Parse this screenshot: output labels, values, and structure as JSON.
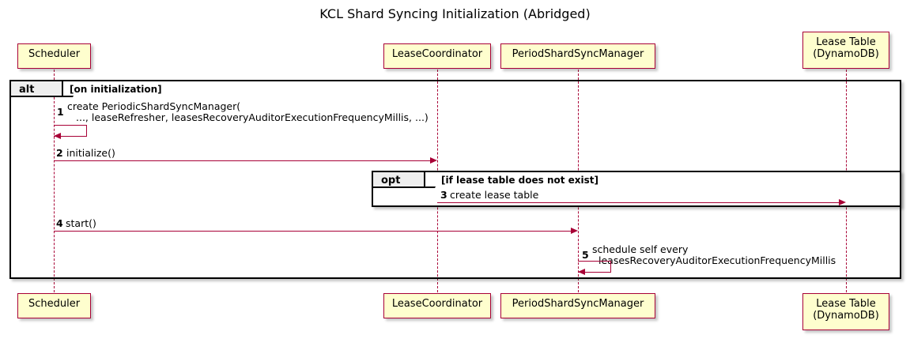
{
  "title": "KCL Shard Syncing Initialization (Abridged)",
  "participants": [
    {
      "id": "scheduler",
      "lines": [
        "Scheduler"
      ]
    },
    {
      "id": "leasecoord",
      "lines": [
        "LeaseCoordinator"
      ]
    },
    {
      "id": "psyncmanager",
      "lines": [
        "PeriodShardSyncManager"
      ]
    },
    {
      "id": "leasetable",
      "lines": [
        "Lease Table",
        "(DynamoDB)"
      ]
    }
  ],
  "fragments": [
    {
      "id": "alt-fragment",
      "keyword": "alt",
      "guard": "[on initialization]"
    },
    {
      "id": "opt-fragment",
      "keyword": "opt",
      "guard": "[if lease table does not exist]"
    }
  ],
  "messages": [
    {
      "num": "1",
      "kind": "self",
      "from": "scheduler",
      "to": "scheduler",
      "lines": [
        "create PeriodicShardSyncManager(",
        "..., leaseRefresher, leasesRecoveryAuditorExecutionFrequencyMillis, ...)"
      ]
    },
    {
      "num": "2",
      "kind": "call",
      "from": "scheduler",
      "to": "leasecoord",
      "lines": [
        "initialize()"
      ]
    },
    {
      "num": "3",
      "kind": "call",
      "from": "leasecoord",
      "to": "leasetable",
      "lines": [
        "create lease table"
      ]
    },
    {
      "num": "4",
      "kind": "call",
      "from": "scheduler",
      "to": "psyncmanager",
      "lines": [
        "start()"
      ]
    },
    {
      "num": "5",
      "kind": "self",
      "from": "psyncmanager",
      "to": "psyncmanager",
      "lines": [
        "schedule self every",
        "leasesRecoveryAuditorExecutionFrequencyMillis"
      ]
    }
  ],
  "colors": {
    "participant_fill": "#FEFECE",
    "participant_border": "#A80036",
    "arrow": "#A80036",
    "fragment_border": "#000000",
    "fragment_tab_fill": "#EEEEEE",
    "background": "#FFFFFF",
    "text": "#000000"
  }
}
